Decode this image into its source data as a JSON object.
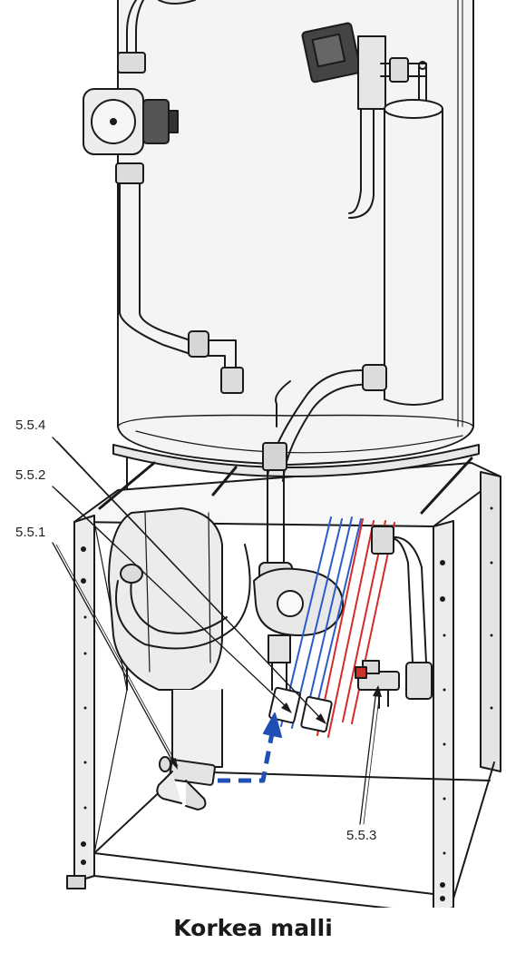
{
  "callouts": [
    {
      "id": "5.5.4",
      "text": "5.5.4"
    },
    {
      "id": "5.5.2",
      "text": "5.5.2"
    },
    {
      "id": "5.5.1",
      "text": "5.5.1"
    },
    {
      "id": "5.5.3",
      "text": "5.5.3"
    }
  ],
  "caption": "Korkea malli",
  "colors": {
    "line": "#1a1a1a",
    "tank_fill": "#f4f4f4",
    "shade": "#cfcfcf",
    "blue_pipe": "#2a5cc9",
    "red_pipe": "#d42b2b",
    "arrow_blue": "#1f4fb5"
  },
  "icons": [
    "circulation-pump-icon",
    "valve-icon",
    "strainer-filter-icon",
    "drain-valve-icon"
  ]
}
